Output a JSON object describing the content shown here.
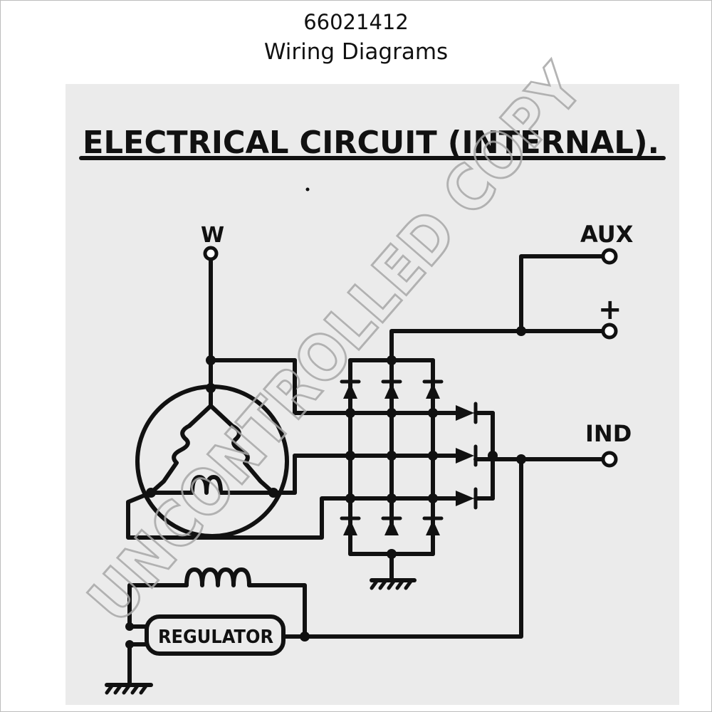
{
  "header": {
    "doc_number": "66021412",
    "doc_title": "Wiring Diagrams"
  },
  "diagram": {
    "heading": "ELECTRICAL  CIRCUIT  (INTERNAL).",
    "terminals": {
      "w": "W",
      "aux": "AUX",
      "plus": "+",
      "ind": "IND"
    },
    "regulator_label": "REGULATOR"
  },
  "watermark": "UNCONTROLLED COPY",
  "colors": {
    "ink": "#111111",
    "scan_background": "#ebebeb",
    "watermark": "#a8a8a8"
  }
}
